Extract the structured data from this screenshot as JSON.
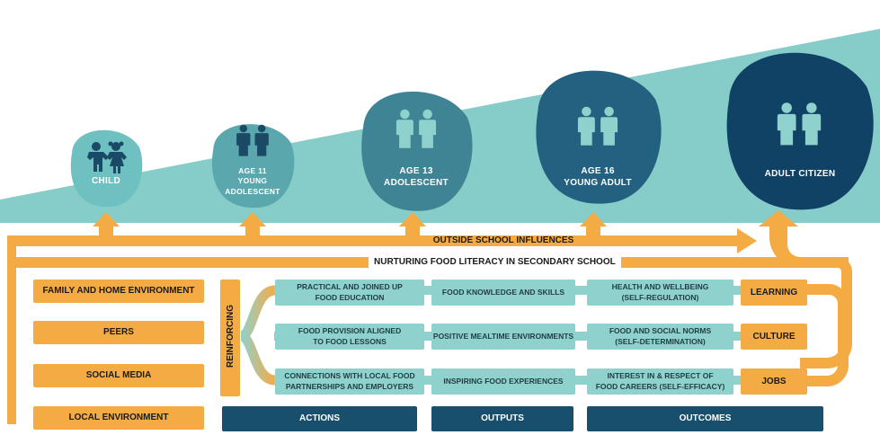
{
  "colors": {
    "orange": "#f5ab44",
    "teal_light": "#86ccc9",
    "teal_box": "#8fd1cd",
    "navy": "#174f6d",
    "stage1": "#6fc0c1",
    "stage2": "#5aa7ae",
    "stage3": "#3f8494",
    "stage4": "#246180",
    "stage5": "#0f4265",
    "icon_dark": "#1b4a66",
    "icon_light": "#8fd1cd"
  },
  "stages": [
    {
      "label": "CHILD",
      "icon": "children-icon"
    },
    {
      "label": "AGE 11\nYOUNG\nADOLESCENT",
      "icon": "people-icon"
    },
    {
      "label": "AGE 13\nADOLESCENT",
      "icon": "people-icon"
    },
    {
      "label": "AGE 16\nYOUNG ADULT",
      "icon": "people-icon"
    },
    {
      "label": "ADULT CITIZEN",
      "icon": "people-icon"
    }
  ],
  "outside_school_label": "OUTSIDE SCHOOL INFLUENCES",
  "nurturing_label": "NURTURING FOOD LITERACY IN SECONDARY SCHOOL",
  "influences": [
    "FAMILY AND HOME ENVIRONMENT",
    "PEERS",
    "SOCIAL MEDIA",
    "LOCAL ENVIRONMENT"
  ],
  "reinforcing_label": "REINFORCING",
  "rows": [
    {
      "action": "PRACTICAL AND JOINED UP\nFOOD EDUCATION",
      "output": "FOOD KNOWLEDGE AND SKILLS",
      "outcome": "HEALTH AND WELLBEING\n(SELF-REGULATION)",
      "result": "LEARNING"
    },
    {
      "action": "FOOD PROVISION ALIGNED\nTO FOOD LESSONS",
      "output": "POSITIVE MEALTIME ENVIRONMENTS",
      "outcome": "FOOD AND SOCIAL NORMS\n(SELF-DETERMINATION)",
      "result": "CULTURE"
    },
    {
      "action": "CONNECTIONS WITH LOCAL FOOD\nPARTNERSHIPS AND EMPLOYERS",
      "output": "INSPIRING FOOD EXPERIENCES",
      "outcome": "INTEREST IN & RESPECT OF\nFOOD CAREERS (SELF-EFFICACY)",
      "result": "JOBS"
    }
  ],
  "footer": [
    "ACTIONS",
    "OUTPUTS",
    "OUTCOMES"
  ]
}
